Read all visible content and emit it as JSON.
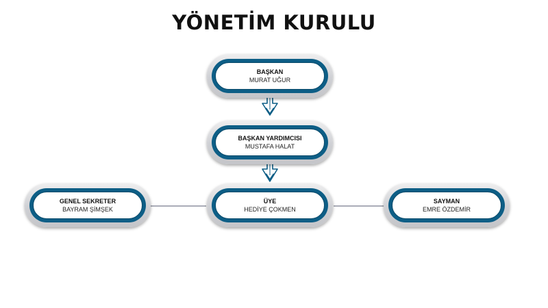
{
  "title": "YÖNETİM KURULU",
  "nodes": {
    "baskan": {
      "role": "BAŞKAN",
      "name": "MURAT UĞUR"
    },
    "baskan_yardimcisi": {
      "role": "BAŞKAN YARDIMCISI",
      "name": "MUSTAFA HALAT"
    },
    "uye": {
      "role": "ÜYE",
      "name": "HEDİYE ÇOKMEN"
    },
    "genel_sekreter": {
      "role": "GENEL SEKRETER",
      "name": "BAYRAM ŞİMŞEK"
    },
    "sayman": {
      "role": "SAYMAN",
      "name": "EMRE ÖZDEMİR"
    }
  },
  "colors": {
    "ring": "#0d5e86",
    "arrow": "#0d5e86",
    "line": "#555a70"
  },
  "edges": [
    {
      "from": "baskan",
      "to": "baskan_yardimcisi",
      "style": "arrow"
    },
    {
      "from": "baskan_yardimcisi",
      "to": "uye",
      "style": "arrow"
    },
    {
      "from": "genel_sekreter",
      "to": "uye",
      "style": "line"
    },
    {
      "from": "uye",
      "to": "sayman",
      "style": "line"
    }
  ]
}
